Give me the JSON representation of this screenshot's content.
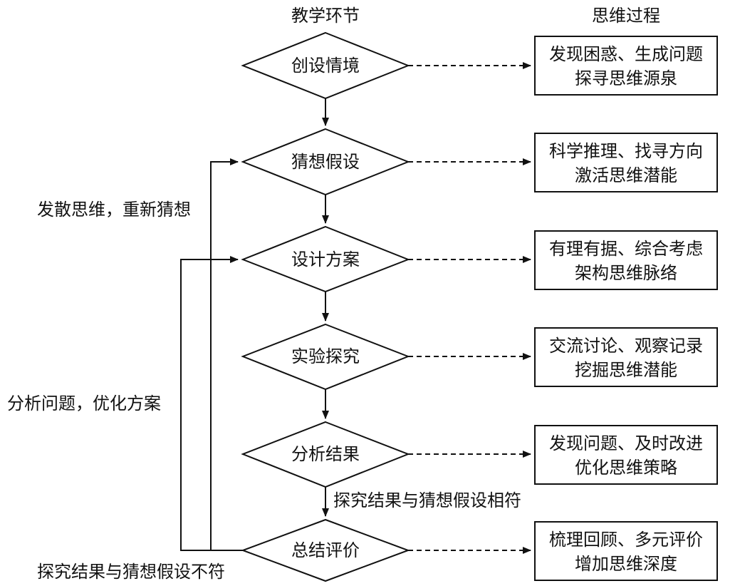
{
  "headers": {
    "left": "教学环节",
    "right": "思维过程"
  },
  "steps": [
    {
      "name": "创设情境",
      "thought": [
        "发现困惑、生成问题",
        "探寻思维源泉"
      ]
    },
    {
      "name": "猜想假设",
      "thought": [
        "科学推理、找寻方向",
        "激活思维潜能"
      ]
    },
    {
      "name": "设计方案",
      "thought": [
        "有理有据、综合考虑",
        "架构思维脉络"
      ]
    },
    {
      "name": "实验探究",
      "thought": [
        "交流讨论、观察记录",
        "挖掘思维潜能"
      ]
    },
    {
      "name": "分析结果",
      "thought": [
        "发现问题、及时改进",
        "优化思维策略"
      ]
    },
    {
      "name": "总结评价",
      "thought": [
        "梳理回顾、多元评价",
        "增加思维深度"
      ]
    }
  ],
  "labels": {
    "match": "探究结果与猜想假设相符",
    "mismatch": "探究结果与猜想假设不符",
    "loop_outer": "分析问题，优化方案",
    "loop_inner": "发散思维，重新猜想"
  }
}
